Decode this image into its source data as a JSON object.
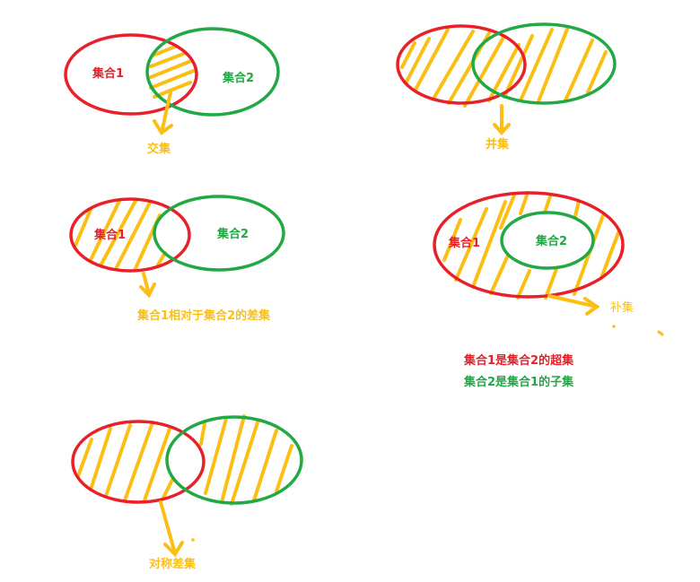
{
  "colors": {
    "set1": "#e8202a",
    "set2": "#22a845",
    "accent": "#fbbf14"
  },
  "diagrams": {
    "intersection": {
      "set1_label": "集合1",
      "set2_label": "集合2",
      "caption": "交集"
    },
    "union": {
      "caption": "并集"
    },
    "difference": {
      "set1_label": "集合1",
      "set2_label": "集合2",
      "caption": "集合1相对于集合2的差集"
    },
    "complement": {
      "set1_label": "集合1",
      "set2_label": "集合2",
      "caption": "补集",
      "note_superset": "集合1是集合2的超集",
      "note_subset": "集合2是集合1的子集"
    },
    "symmetric_difference": {
      "caption": "对称差集"
    }
  }
}
